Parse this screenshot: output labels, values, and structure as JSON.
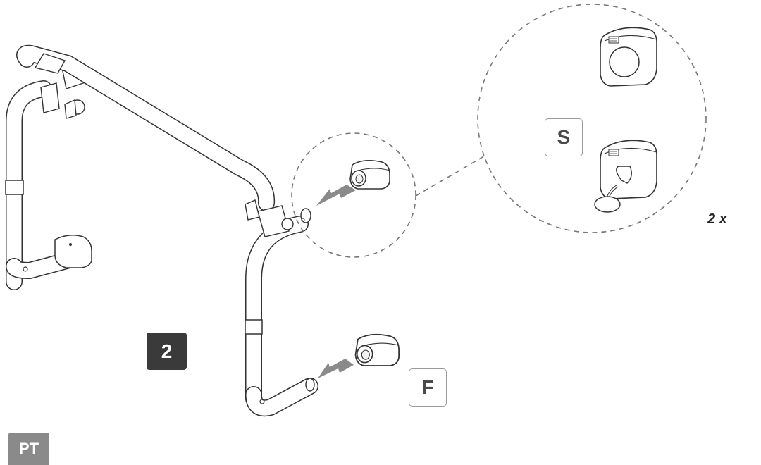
{
  "step": {
    "number": "2"
  },
  "detail": {
    "key_s": "S",
    "key_f": "F",
    "quantity": "2 x"
  },
  "language": {
    "code": "PT"
  },
  "colors": {
    "step_badge": "#3a3a3a",
    "language_badge": "#8a8a8a",
    "arrow": "#8a8a8a",
    "line": "#555555"
  }
}
